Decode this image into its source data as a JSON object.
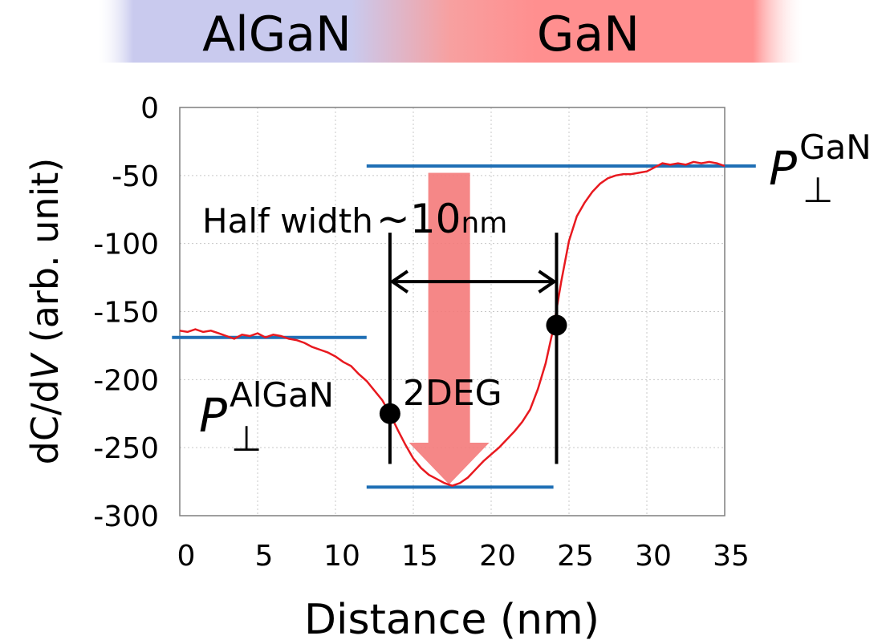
{
  "header": {
    "left_label": "AlGaN",
    "right_label": "GaN",
    "colors": {
      "algan": "#c9caee",
      "gan": "#ff8f8f"
    }
  },
  "annotations": {
    "half_width": "Half width",
    "tilde": "~",
    "width_value": "10",
    "width_unit": "nm",
    "twodeg": "2DEG",
    "p_gan_main": "P",
    "p_gan_sup": "GaN",
    "p_gan_sub": "⊥",
    "p_algan_main": "P",
    "p_algan_sup": "AlGaN",
    "p_algan_sub": "⊥"
  },
  "colors": {
    "curve": "#e8191f",
    "ref_lines": "#1f6fb5",
    "arrow": "#f47a7a",
    "markers": "#000000",
    "grid": "#c8c8c8"
  },
  "chart_data": {
    "type": "line",
    "xlabel": "Distance (nm)",
    "ylabel_main": "dC/d",
    "ylabel_italic": "V",
    "ylabel_rest": " (arb. unit)",
    "xlim": [
      0,
      35
    ],
    "ylim": [
      -300,
      0
    ],
    "xticks": [
      0,
      5,
      10,
      15,
      20,
      25,
      30,
      35
    ],
    "yticks": [
      0,
      -50,
      -100,
      -150,
      -200,
      -250,
      -300
    ],
    "grid": true,
    "series": [
      {
        "x": [
          0,
          0.5,
          1,
          1.5,
          2,
          2.5,
          3,
          3.5,
          4,
          4.5,
          5,
          5.5,
          6,
          6.5,
          7,
          7.5,
          8,
          8.5,
          9,
          9.5,
          10,
          10.5,
          11,
          11.5,
          12,
          12.5,
          13,
          13.5,
          14,
          14.5,
          15,
          15.5,
          16,
          16.5,
          17,
          17.5,
          18,
          18.5,
          19,
          19.5,
          20,
          20.5,
          21,
          21.5,
          22,
          22.5,
          23,
          23.5,
          24,
          24.5,
          25,
          25.5,
          26,
          26.5,
          27,
          27.5,
          28,
          28.5,
          29,
          29.5,
          30,
          30.5,
          31,
          31.5,
          32,
          32.5,
          33,
          33.5,
          34,
          34.5,
          35
        ],
        "y": [
          -164,
          -165,
          -163,
          -165,
          -164,
          -166,
          -168,
          -170,
          -167,
          -168,
          -166,
          -169,
          -167,
          -168,
          -170,
          -171,
          -173,
          -176,
          -178,
          -180,
          -183,
          -187,
          -190,
          -196,
          -201,
          -208,
          -215,
          -225,
          -237,
          -248,
          -258,
          -265,
          -270,
          -273,
          -276,
          -278,
          -276,
          -272,
          -266,
          -260,
          -255,
          -250,
          -244,
          -238,
          -231,
          -222,
          -207,
          -188,
          -162,
          -128,
          -98,
          -80,
          -70,
          -62,
          -56,
          -52,
          -50,
          -49,
          -49,
          -48,
          -47,
          -44,
          -41,
          -42,
          -41,
          -42,
          -40,
          -41,
          -40,
          -41,
          -43
        ]
      }
    ],
    "reference_lines": [
      {
        "y": -43,
        "x": [
          12,
          37
        ]
      },
      {
        "y": -169,
        "x": [
          -0.5,
          12
        ]
      },
      {
        "y": -279,
        "x": [
          12,
          24
        ]
      }
    ],
    "markers": [
      {
        "x": 13.5,
        "y": -225
      },
      {
        "x": 24.2,
        "y": -160
      }
    ],
    "vertical_lines": [
      {
        "x": 13.5,
        "y": [
          -92,
          -262
        ]
      },
      {
        "x": 24.2,
        "y": [
          -92,
          -262
        ]
      }
    ],
    "width_arrow": {
      "x": [
        13.5,
        24.2
      ],
      "y": -128
    },
    "big_arrow": {
      "x": 17.3,
      "y": [
        -48,
        -277
      ]
    }
  }
}
